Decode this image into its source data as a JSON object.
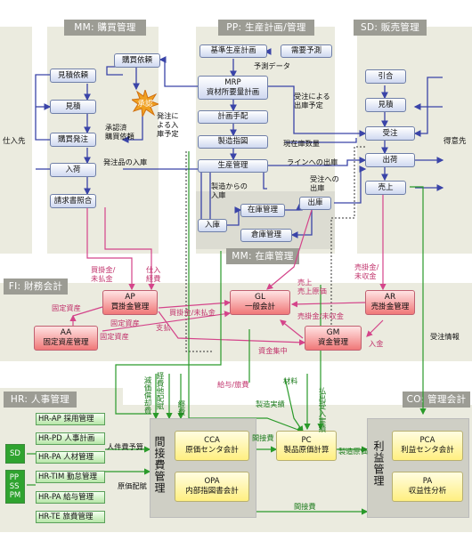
{
  "modules": {
    "mm": "MM: 購買管理",
    "pp": "PP: 生産計画/管理",
    "sd": "SD: 販売管理",
    "mm_inv": "MM: 在庫管理",
    "fi": "FI: 財務会計",
    "hr": "HR: 人事管理",
    "co": "CO: 管理会計"
  },
  "sides": {
    "supplier": "仕入先",
    "customer": "得意先"
  },
  "mm_boxes": {
    "purchase_req": "購買依頼",
    "quote_req": "見積依頼",
    "quote": "見積",
    "po": "購買発注",
    "receipt": "入荷",
    "invoice_match": "請求書照合",
    "approval": "承認"
  },
  "pp_boxes": {
    "master_plan": "基準生産計画",
    "demand_forecast": "需要予測",
    "mrp": "MRP\n資材所要量計画",
    "routing": "計画手配",
    "prod_order": "製造指図",
    "prod_mgmt": "生産管理",
    "goods_in": "入庫",
    "stock_mgmt": "在庫管理",
    "warehouse_mgmt": "倉庫管理",
    "goods_out": "出庫"
  },
  "sd_boxes": {
    "inquiry": "引合",
    "quote": "見積",
    "order": "受注",
    "shipment": "出荷",
    "sales": "売上"
  },
  "fi_boxes": {
    "ap_abbr": "AP",
    "ap": "買掛金管理",
    "aa_abbr": "AA",
    "aa": "固定資産管理",
    "gl_abbr": "GL",
    "gl": "一般会計",
    "ar_abbr": "AR",
    "ar": "売掛金管理",
    "gm_abbr": "GM",
    "gm": "資金管理"
  },
  "hr_items": {
    "hr_ap": "HR-AP 採用管理",
    "hr_pd": "HR-PD 人事計画",
    "hr_pa1": "HR-PA 人材管理",
    "hr_tim": "HR-TIM 勤怠管理",
    "hr_pa2": "HR-PA 給与管理",
    "hr_te": "HR-TE 旅費管理"
  },
  "left_tags": {
    "sd": "SD",
    "pp_ss_pm": "PP\nSS\nPM"
  },
  "co_boxes": {
    "cca_abbr": "CCA",
    "cca": "原価センタ会計",
    "opa_abbr": "OPA",
    "opa": "内部指図書会計",
    "pc_abbr": "PC",
    "pc": "製品原価計算",
    "pca_abbr": "PCA",
    "pca": "利益センタ会計",
    "pa_abbr": "PA",
    "pa": "収益性分析",
    "indirect": "間接費管理",
    "profit": "利益管理"
  },
  "labels": {
    "forecast_data": "予測データ",
    "issue_for_order": "受注による\n出庫予定",
    "approved": "承認済\n購買依頼",
    "inbound_plan": "発注に\nよる入\n庫予定",
    "current_stock": "現在庫数量",
    "line_issue": "ラインへの出庫",
    "issue_for_order2": "受注への\n出庫",
    "inbound_receipt": "発注品の入庫",
    "from_production": "製造からの\n入庫",
    "payables": "買掛金/\n未払金",
    "purchase_cost": "仕入\n経費",
    "receivables": "売掛金/\n未収金",
    "fixed_asset": "固定資産",
    "fixed_asset2": "固定資産",
    "fixed_asset3": "固定資産",
    "ap_to_gl": "買掛金/未払金",
    "payment": "支払",
    "sales_cost": "売上\n売上原価",
    "ar_to_gl": "売掛金/未収金",
    "fund_collect": "資金集中",
    "receipt_cash": "入金",
    "order_info": "受注情報",
    "salary": "給与/旅費",
    "material": "材料",
    "depreciation": "減価償却費",
    "misc_cost": "経費他配賦",
    "overhead": "経費",
    "personnel_cost": "人件費予算",
    "cost_alloc": "原価配賦",
    "mfg_actual": "製造実績",
    "issue_receipt": "払出受入実績",
    "indirect_cost": "間接費",
    "mfg_cost": "製造原価",
    "indirect_cost2": "間接費"
  }
}
